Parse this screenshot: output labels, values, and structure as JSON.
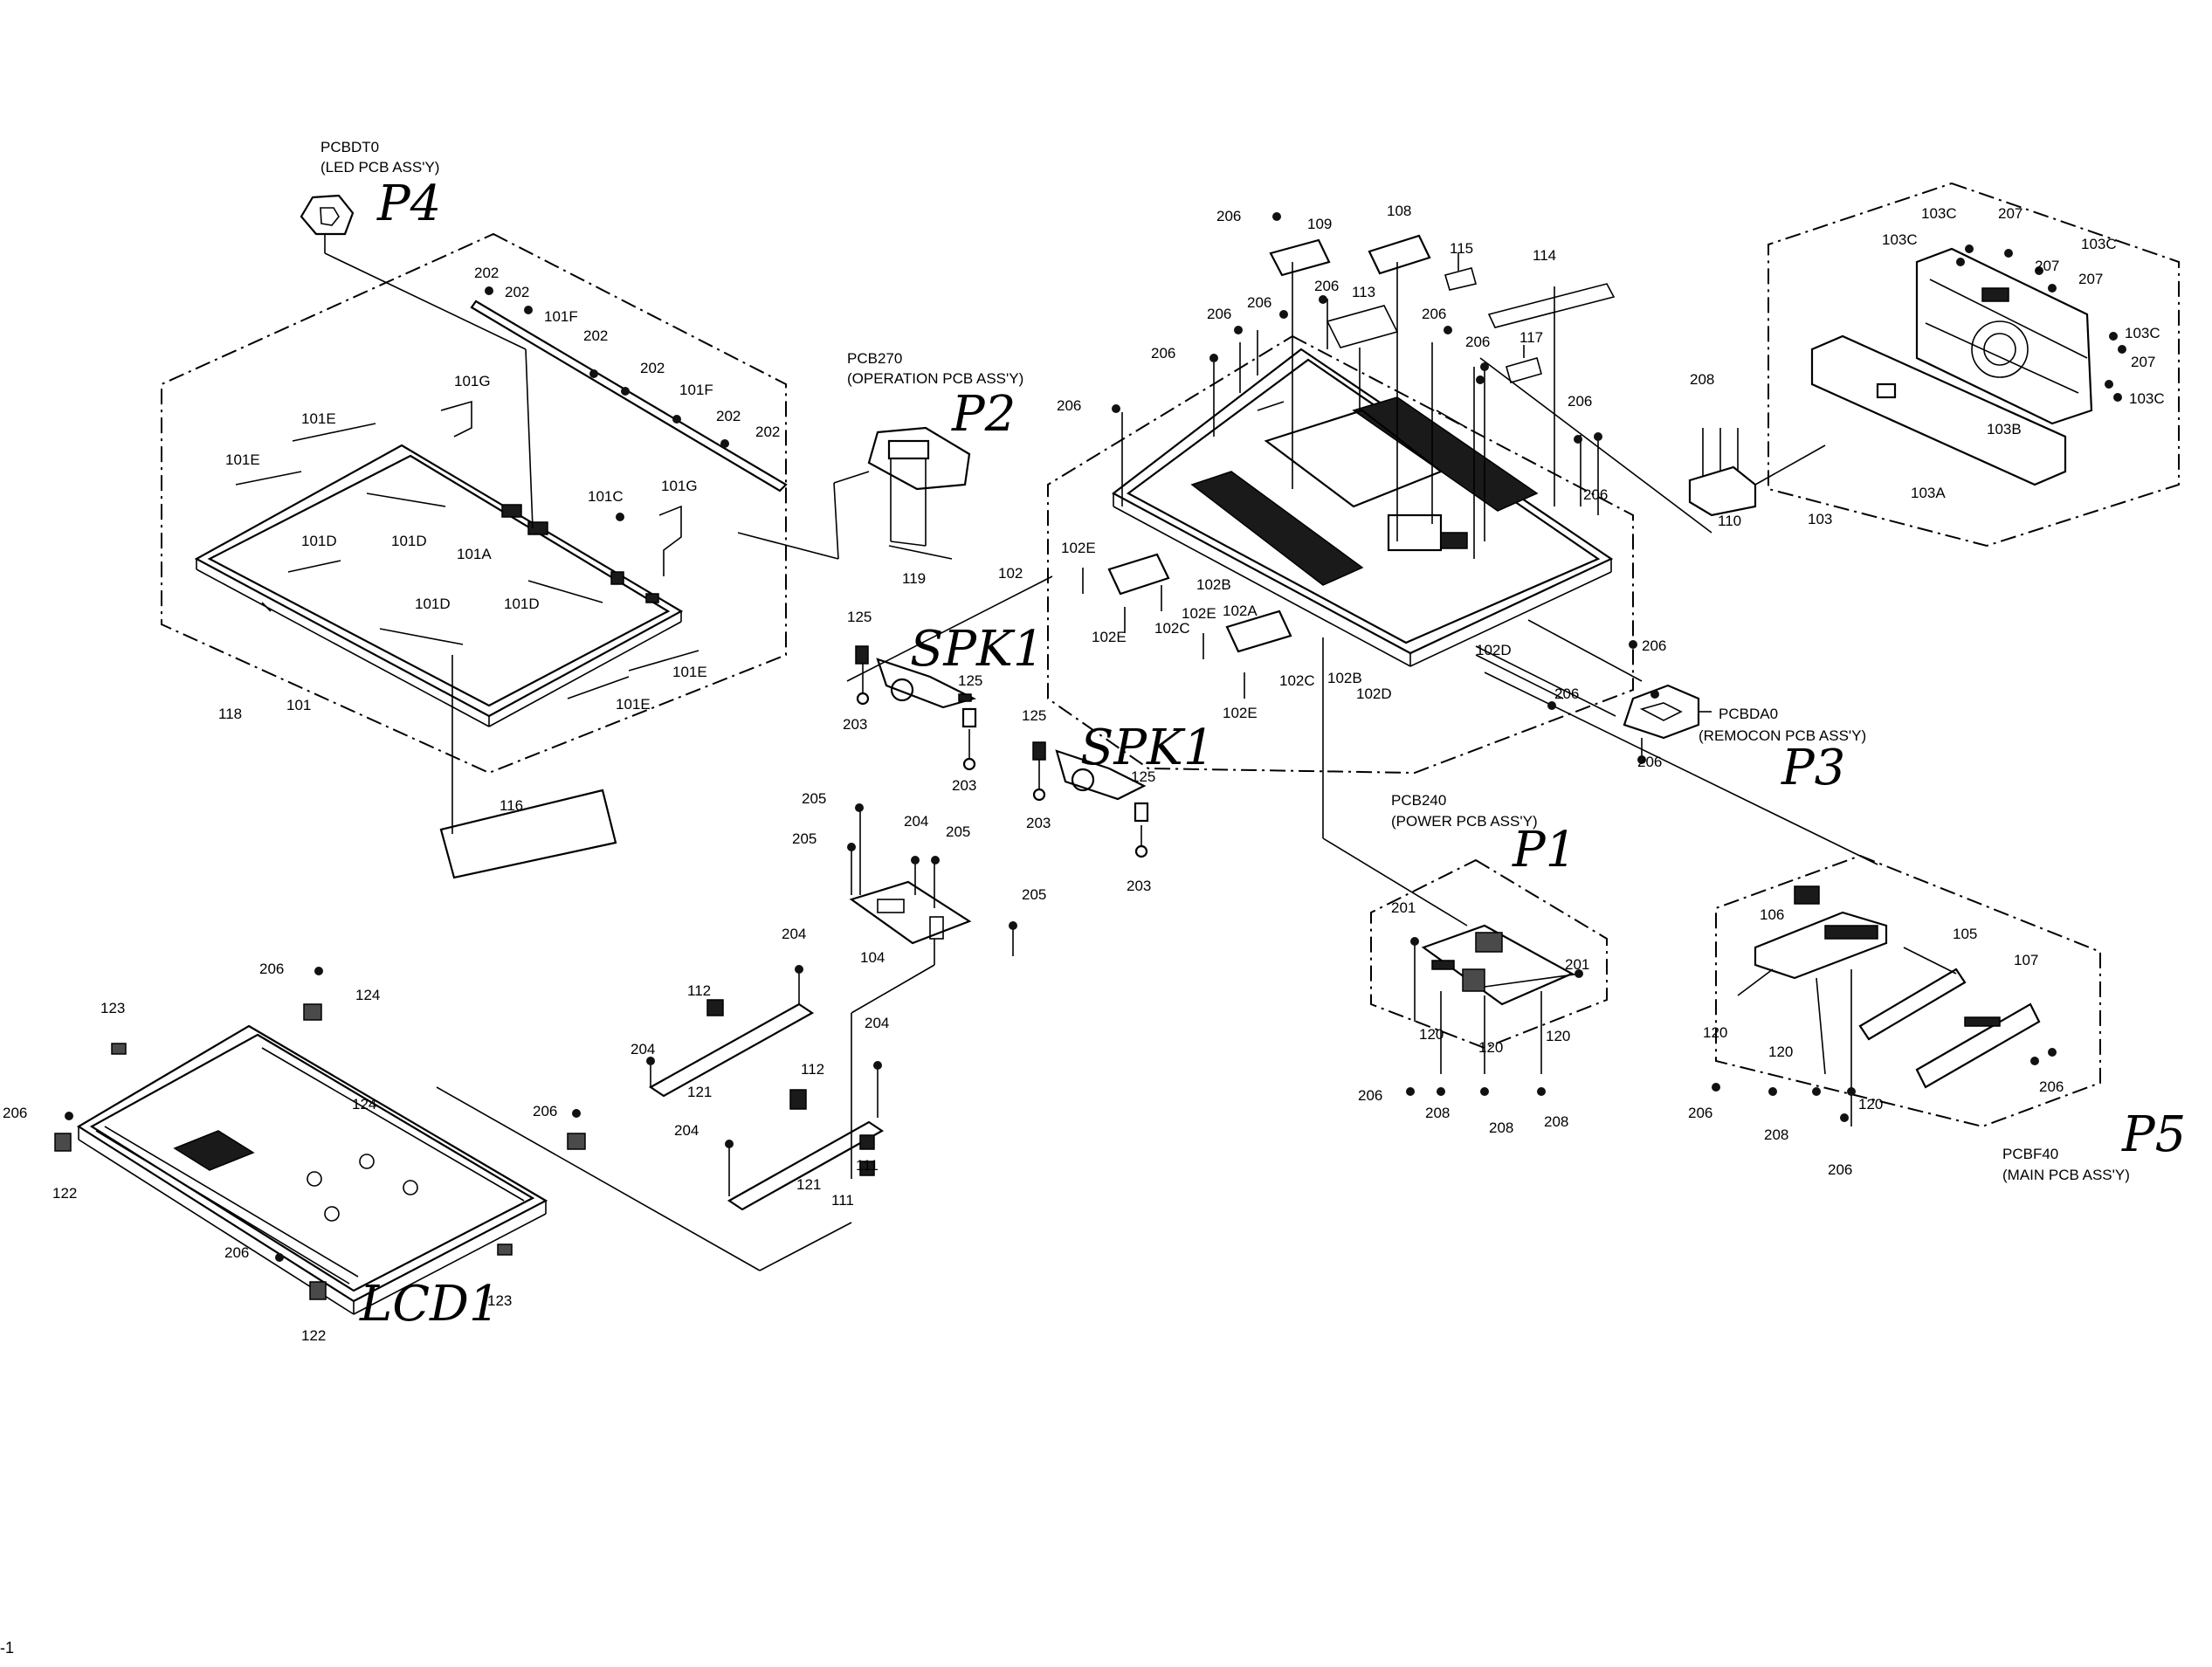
{
  "groups": {
    "led_pcb": {
      "code": "PCBDT0",
      "desc": "(LED PCB ASS'Y)",
      "tag": "P4"
    },
    "operation_pcb": {
      "code": "PCB270",
      "desc": "(OPERATION PCB ASS'Y)",
      "tag": "P2"
    },
    "remocon_pcb": {
      "code": "PCBDA0",
      "desc": "(REMOCON PCB ASS'Y)",
      "tag": "P3"
    },
    "power_pcb": {
      "code": "PCB240",
      "desc": "(POWER PCB ASS'Y)",
      "tag": "P1"
    },
    "main_pcb": {
      "code": "PCBF40",
      "desc": "(MAIN PCB ASS'Y)",
      "tag": "P5"
    },
    "speaker_left": {
      "tag": "SPK1"
    },
    "speaker_right": {
      "tag": "SPK1"
    },
    "lcd": {
      "tag": "LCD1"
    }
  },
  "front_cabinet_labels": [
    "202",
    "202",
    "101F",
    "202",
    "202",
    "101F",
    "202",
    "202",
    "101G",
    "101E",
    "101E",
    "101G",
    "101C",
    "101D",
    "101D",
    "101A",
    "101D",
    "101D",
    "101E",
    "101E",
    "118",
    "101",
    "116",
    "119"
  ],
  "rear_cabinet_labels": [
    "206",
    "109",
    "108",
    "115",
    "114",
    "206",
    "206",
    "206",
    "113",
    "206",
    "117",
    "206",
    "206",
    "206",
    "206",
    "206",
    "102E",
    "102",
    "102B",
    "102A",
    "102E",
    "102C",
    "102E",
    "102C",
    "102B",
    "102D",
    "102D",
    "206",
    "206",
    "102E",
    "208",
    "110",
    "103",
    "103C",
    "207",
    "103C",
    "103C",
    "207",
    "207",
    "103C",
    "207",
    "103C",
    "103B",
    "103A",
    "206"
  ],
  "speaker_labels": [
    "125",
    "125",
    "203",
    "203",
    "125",
    "125",
    "203",
    "203"
  ],
  "bracket_labels": [
    "205",
    "204",
    "205",
    "205",
    "205",
    "104",
    "204",
    "112",
    "204",
    "121",
    "204",
    "112",
    "204",
    "121",
    "111",
    "111"
  ],
  "lcd_labels": [
    "206",
    "124",
    "123",
    "206",
    "122",
    "206",
    "124",
    "206",
    "122",
    "123"
  ],
  "power_labels": [
    "201",
    "201",
    "120",
    "120",
    "120",
    "206",
    "208",
    "208",
    "208"
  ],
  "main_labels": [
    "106",
    "105",
    "107",
    "120",
    "120",
    "206",
    "208",
    "206",
    "120",
    "206"
  ],
  "page_mark": "-1"
}
